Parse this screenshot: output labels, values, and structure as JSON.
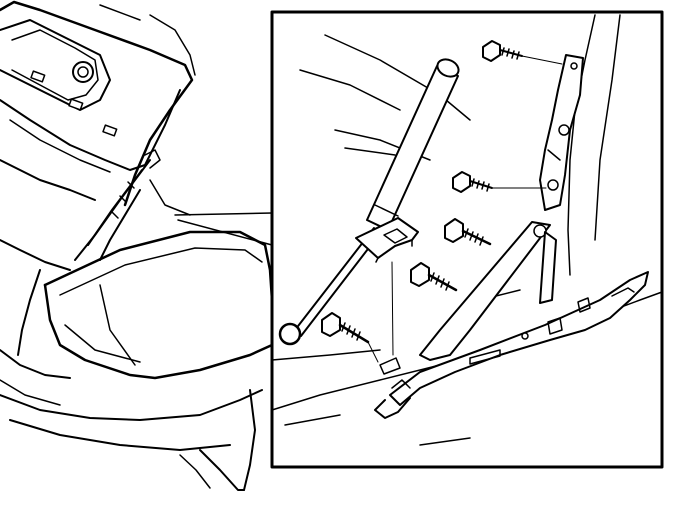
{
  "figure": {
    "subject": "trunk-lid-gas-strut-and-hinge-replacement",
    "views": [
      "overview",
      "detail"
    ],
    "components": [
      "gas-strut",
      "hinge-arm",
      "hinge-bracket",
      "retaining-clip",
      "bolt",
      "bolt",
      "bolt",
      "bolt",
      "bolt"
    ],
    "colors": {
      "line": "#000000",
      "background": "#ffffff"
    }
  }
}
